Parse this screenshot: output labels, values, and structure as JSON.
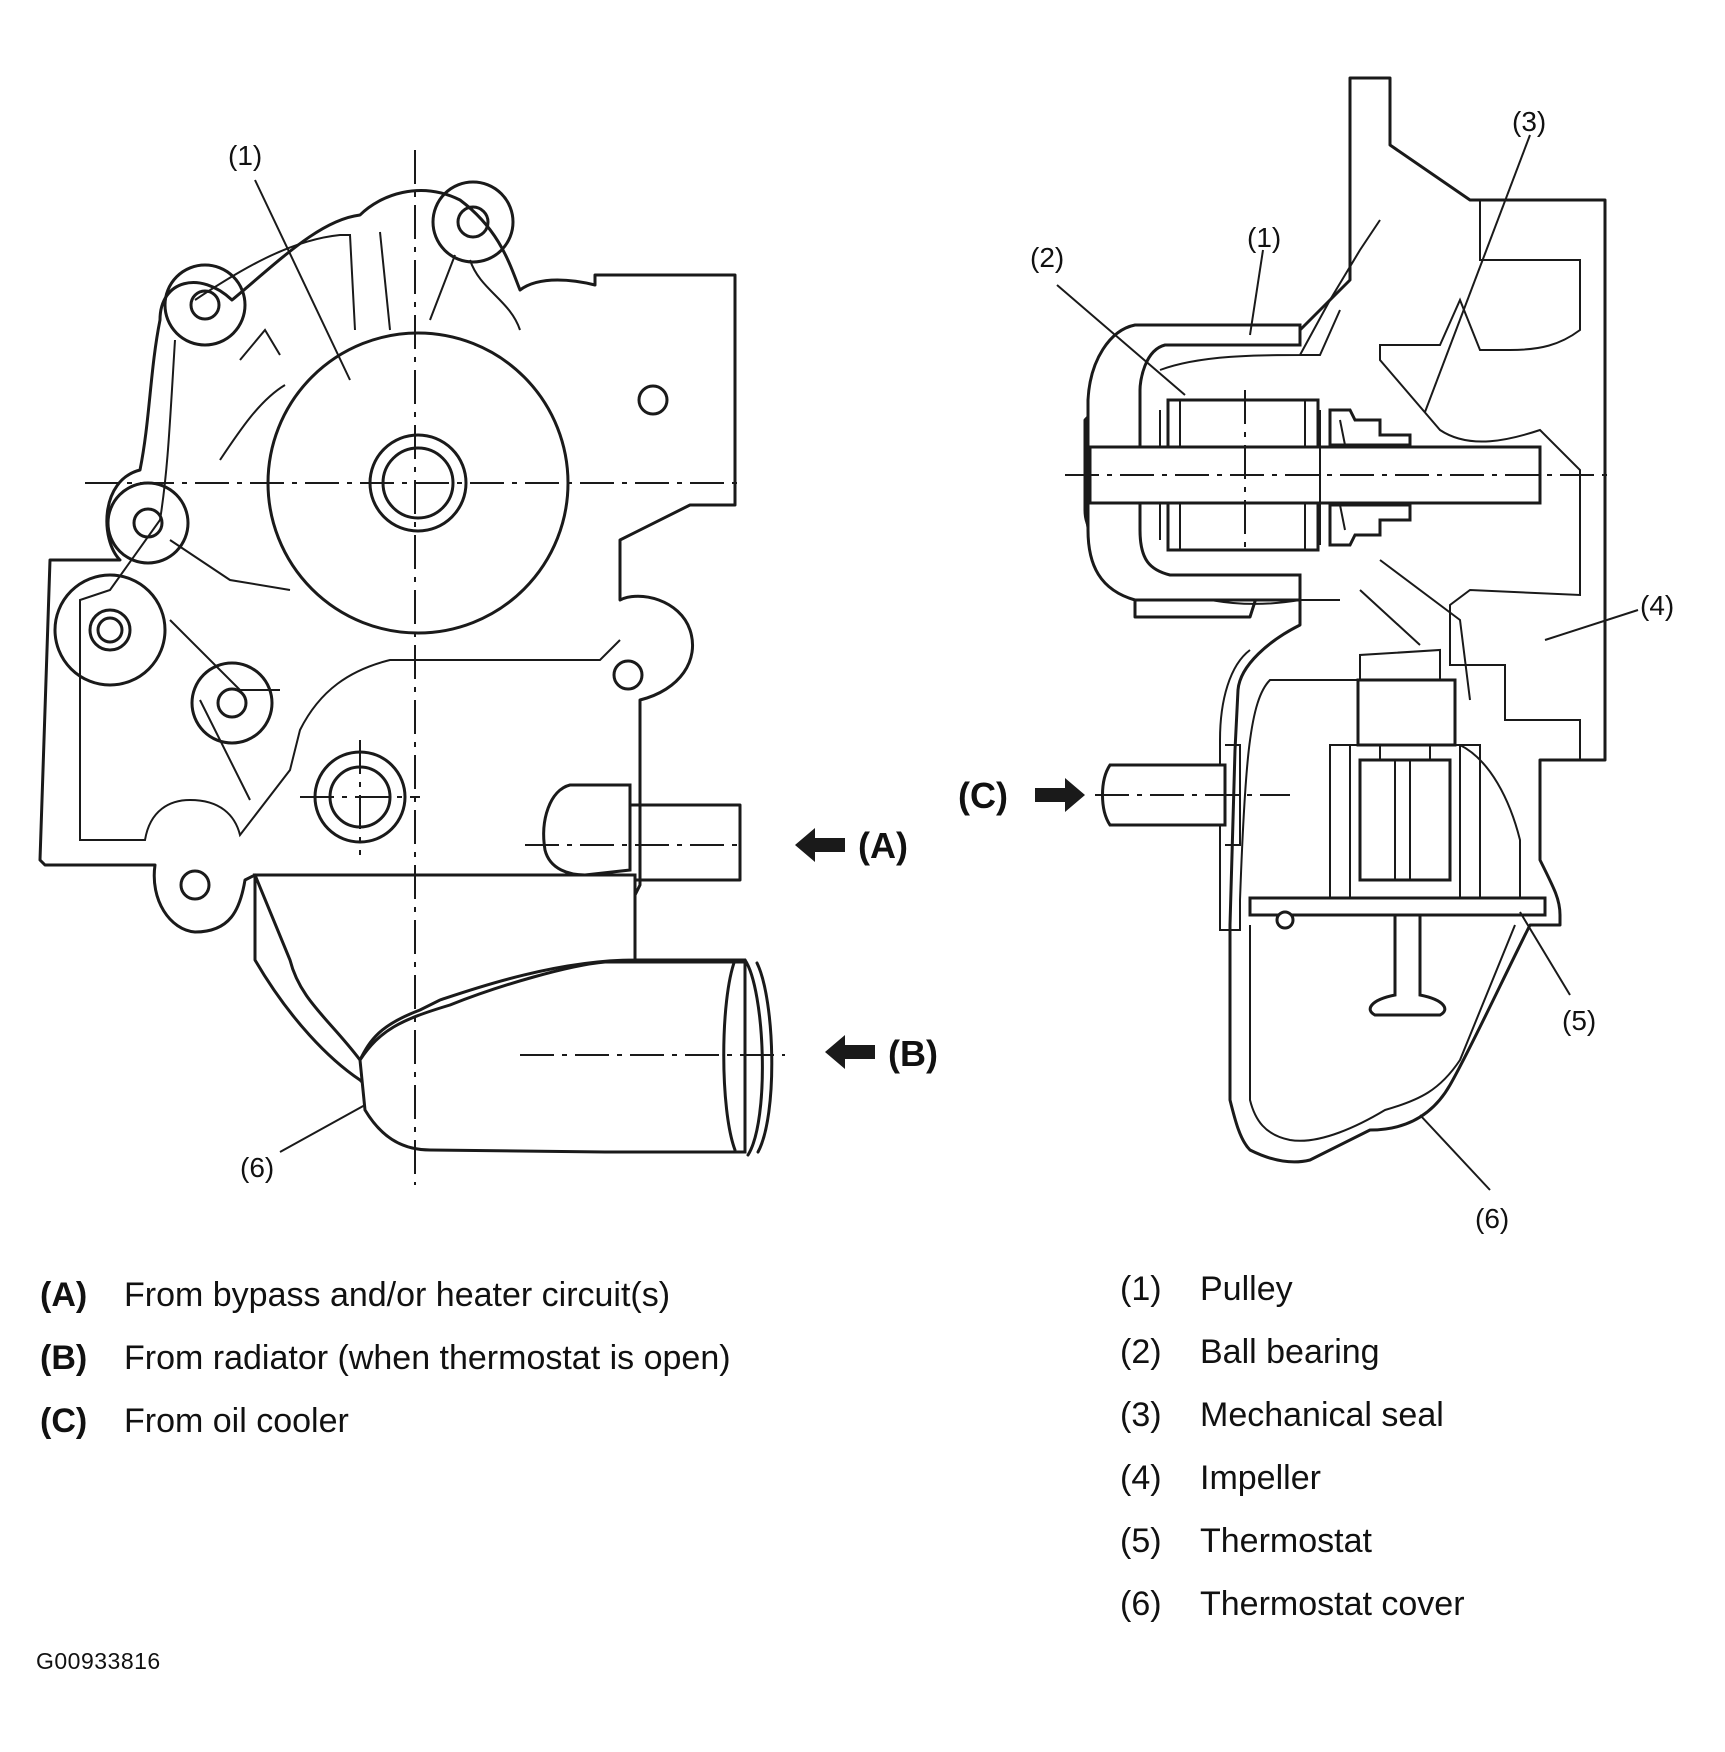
{
  "front_view": {
    "callouts": {
      "pulley": "(1)",
      "thermostat_cover": "(6)"
    },
    "flow_labels": {
      "a": "(A)",
      "b": "(B)"
    }
  },
  "section_view": {
    "callouts": {
      "pulley": "(1)",
      "ball_bearing": "(2)",
      "mechanical_seal": "(3)",
      "impeller": "(4)",
      "thermostat": "(5)",
      "thermostat_cover": "(6)"
    },
    "flow_labels": {
      "c": "(C)"
    }
  },
  "legend_flow": [
    {
      "key": "(A)",
      "text": "From bypass and/or heater circuit(s)"
    },
    {
      "key": "(B)",
      "text": "From radiator (when thermostat is open)"
    },
    {
      "key": "(C)",
      "text": "From oil cooler"
    }
  ],
  "legend_parts": [
    {
      "key": "(1)",
      "text": "Pulley"
    },
    {
      "key": "(2)",
      "text": "Ball bearing"
    },
    {
      "key": "(3)",
      "text": "Mechanical seal"
    },
    {
      "key": "(4)",
      "text": "Impeller"
    },
    {
      "key": "(5)",
      "text": "Thermostat"
    },
    {
      "key": "(6)",
      "text": "Thermostat cover"
    }
  ],
  "figure_id": "G00933816"
}
